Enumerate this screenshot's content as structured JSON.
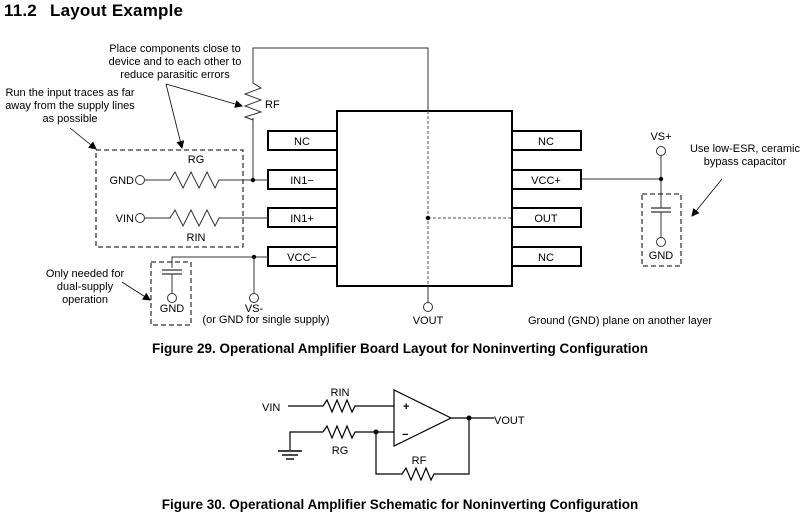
{
  "section": {
    "number": "11.2",
    "title": "Layout Example"
  },
  "figure29": {
    "caption": "Figure 29.  Operational Amplifier Board Layout for Noninverting Configuration",
    "annotations": {
      "place_components": [
        "Place components close to",
        "device and to each other to",
        "reduce parasitic errors"
      ],
      "input_traces": [
        "Run the input traces as far",
        "away from the supply lines",
        "as possible"
      ],
      "dual_supply": [
        "Only needed for",
        "dual-supply",
        "operation"
      ],
      "bypass_cap": [
        "Use low-ESR, ceramic",
        "bypass capacitor"
      ],
      "ground_plane": "Ground (GND) plane on another layer"
    },
    "left_pins": [
      "NC",
      "IN1−",
      "IN1+",
      "VCC−"
    ],
    "right_pins": [
      "NC",
      "VCC+",
      "OUT",
      "NC"
    ],
    "components": {
      "rf": "RF",
      "rg": "RG",
      "rin": "RIN"
    },
    "nodes": {
      "gnd_in": "GND",
      "vin": "VIN",
      "vs_plus": "VS+",
      "gnd_bypass": "GND",
      "gnd_dual": "GND",
      "vs_minus": "VS-",
      "vs_minus_note": "(or GND for single supply)",
      "vout": "VOUT"
    }
  },
  "figure30": {
    "caption": "Figure 30.  Operational Amplifier Schematic for Noninverting Configuration",
    "labels": {
      "vin": "VIN",
      "rin": "RIN",
      "rg": "RG",
      "rf": "RF",
      "vout": "VOUT",
      "plus": "+",
      "minus": "−"
    }
  }
}
